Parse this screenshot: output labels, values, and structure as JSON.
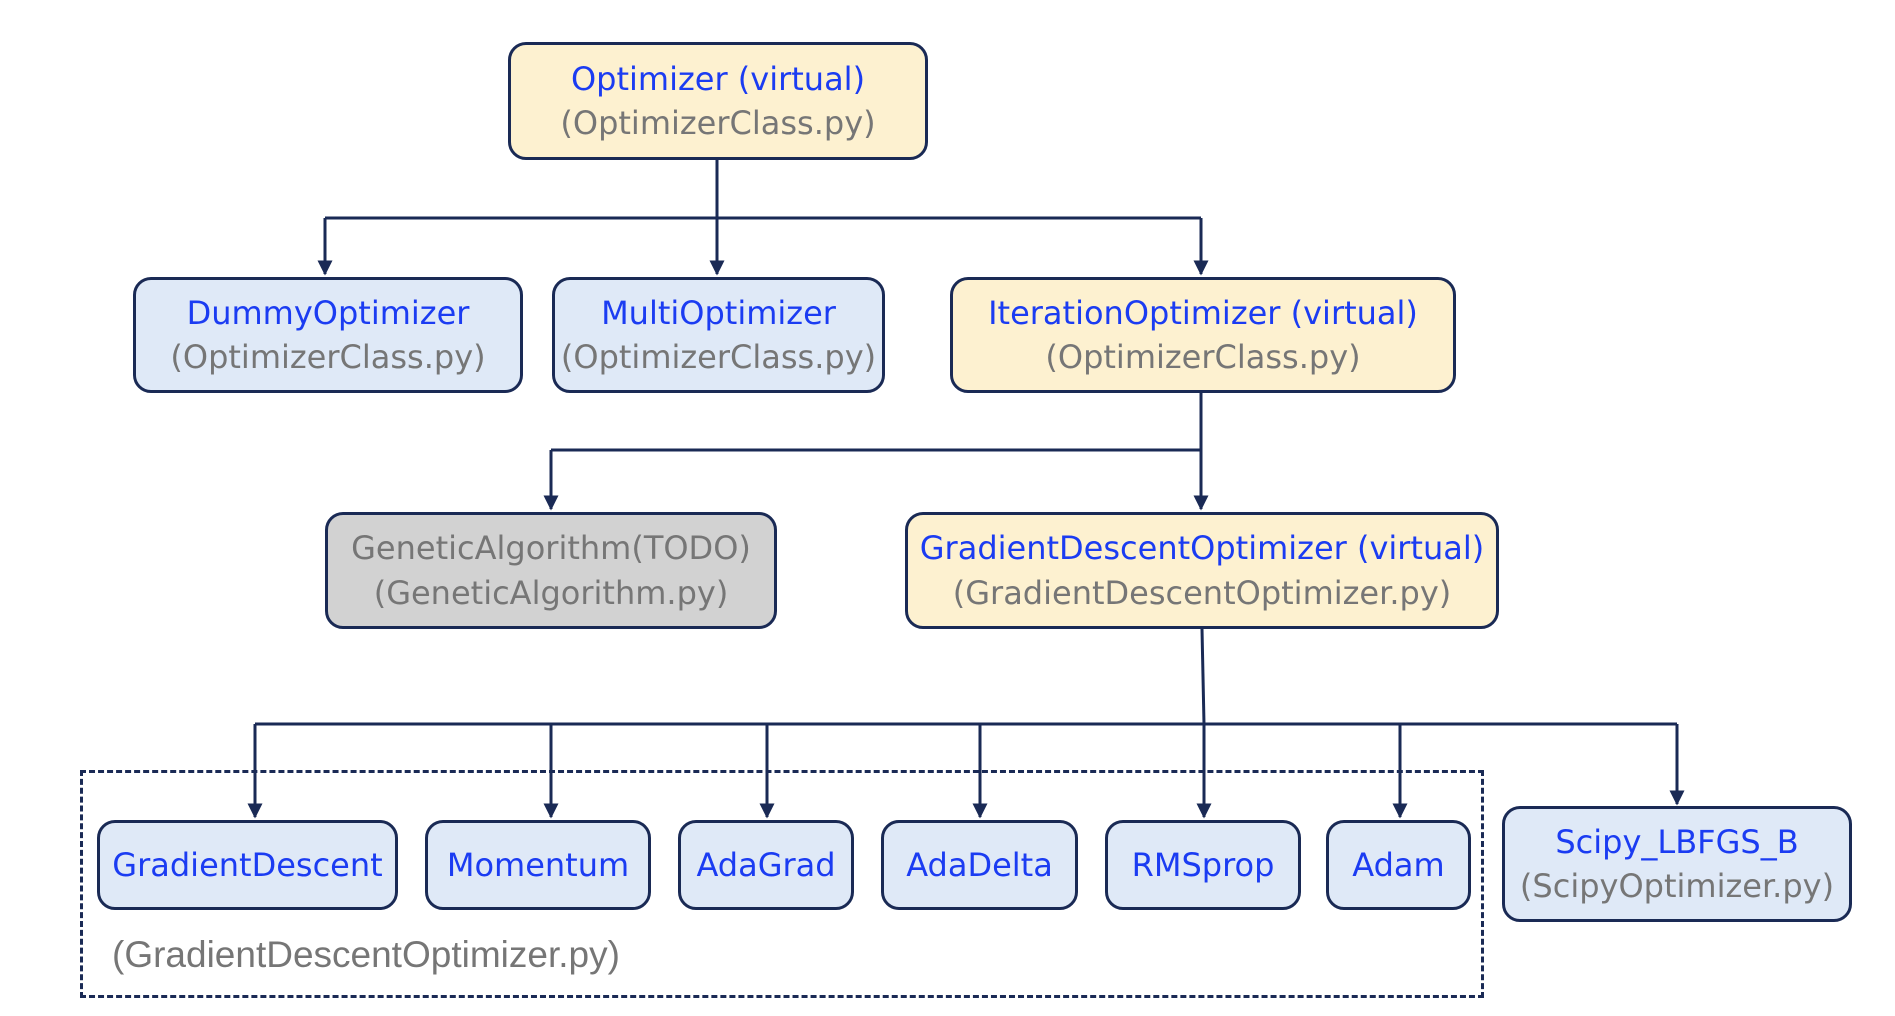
{
  "nodes": {
    "optimizer": {
      "title": "Optimizer (virtual)",
      "file": "(OptimizerClass.py)"
    },
    "dummy": {
      "title": "DummyOptimizer",
      "file": "(OptimizerClass.py)"
    },
    "multi": {
      "title": "MultiOptimizer",
      "file": "(OptimizerClass.py)"
    },
    "iteration": {
      "title": "IterationOptimizer (virtual)",
      "file": "(OptimizerClass.py)"
    },
    "genetic": {
      "title": "GeneticAlgorithm(TODO)",
      "file": "(GeneticAlgorithm.py)"
    },
    "gradient_descent_optimizer": {
      "title": "GradientDescentOptimizer (virtual)",
      "file": "(GradientDescentOptimizer.py)"
    },
    "gradient_descent": {
      "title": "GradientDescent"
    },
    "momentum": {
      "title": "Momentum"
    },
    "adagrad": {
      "title": "AdaGrad"
    },
    "adadelta": {
      "title": "AdaDelta"
    },
    "rmsprop": {
      "title": "RMSprop"
    },
    "adam": {
      "title": "Adam"
    },
    "scipy": {
      "title": "Scipy_LBFGS_B",
      "file": "(ScipyOptimizer.py)"
    }
  },
  "group_label": "(GradientDescentOptimizer.py)",
  "edges": [
    [
      "optimizer",
      "dummy"
    ],
    [
      "optimizer",
      "multi"
    ],
    [
      "optimizer",
      "iteration"
    ],
    [
      "iteration",
      "genetic"
    ],
    [
      "iteration",
      "gradient_descent_optimizer"
    ],
    [
      "gradient_descent_optimizer",
      "gradient_descent"
    ],
    [
      "gradient_descent_optimizer",
      "momentum"
    ],
    [
      "gradient_descent_optimizer",
      "adagrad"
    ],
    [
      "gradient_descent_optimizer",
      "adadelta"
    ],
    [
      "gradient_descent_optimizer",
      "rmsprop"
    ],
    [
      "gradient_descent_optimizer",
      "adam"
    ],
    [
      "gradient_descent_optimizer",
      "scipy"
    ]
  ],
  "colors": {
    "virtual_fill": "#fdf1d0",
    "concrete_fill": "#dfe9f7",
    "todo_fill": "#d2d2d2",
    "border": "#1a2a55",
    "title_text": "#1b3cf2",
    "file_text": "#767676"
  }
}
